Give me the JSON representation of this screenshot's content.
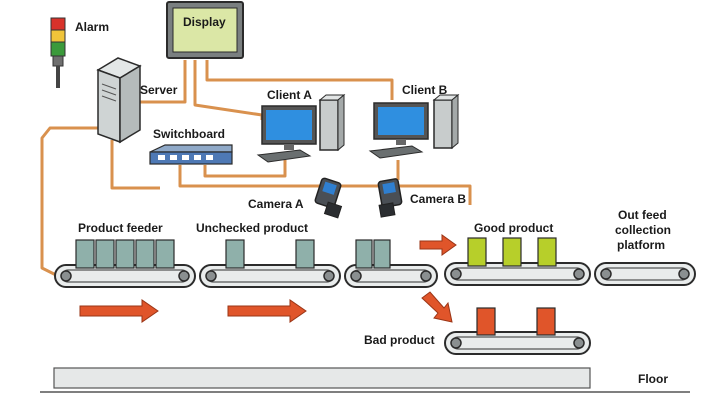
{
  "labels": {
    "alarm": "Alarm",
    "display": "Display",
    "server": "Server",
    "client_a": "Client A",
    "client_b": "Client B",
    "switchboard": "Switchboard",
    "camera_a": "Camera A",
    "camera_b": "Camera B",
    "product_feeder": "Product feeder",
    "unchecked_product": "Unchecked product",
    "good_product": "Good product",
    "bad_product": "Bad product",
    "out_feed_line1": "Out feed",
    "out_feed_line2": "collection",
    "out_feed_line3": "platform",
    "floor": "Floor"
  },
  "colors": {
    "cable": "#d9914e",
    "arrow": "#e0552a",
    "product_unchecked": "#8fb0aa",
    "product_good": "#b7cf2a",
    "product_bad": "#e0552a",
    "display_screen": "#dbe7a6",
    "monitor_screen": "#2f8fe0",
    "alarm_red": "#d8322a",
    "alarm_yellow": "#f0c43a",
    "alarm_green": "#3b9a3b"
  }
}
